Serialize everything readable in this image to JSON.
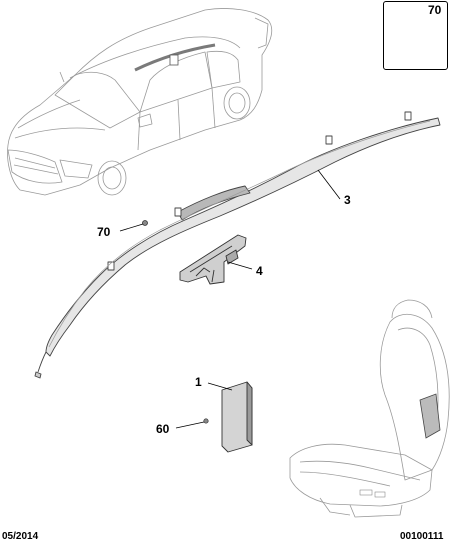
{
  "callouts": {
    "bolt_inset": "70",
    "curtain_airbag": "3",
    "bracket_bolt": "70",
    "bracket": "4",
    "module": "1",
    "seat_airbag": "60"
  },
  "footer": {
    "date": "05/2014",
    "diagram_code": "00100111"
  },
  "colors": {
    "line": "#000000",
    "light_line": "#9a9a9a",
    "part_fill": "#d8d8d8",
    "part_dark": "#8c8c8c"
  }
}
